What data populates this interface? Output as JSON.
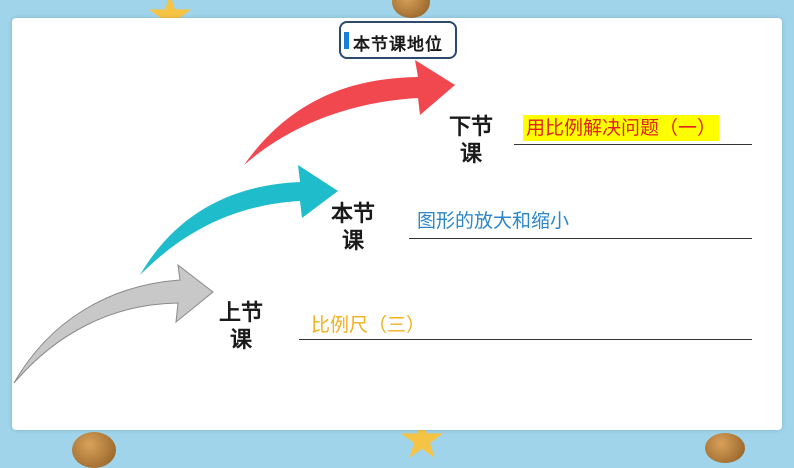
{
  "slide_title": "本节课地位",
  "levels": [
    {
      "id": "next",
      "label_line1": "下节",
      "label_line2": "课",
      "topic": "用比例解决问题（一）",
      "topic_color": "#e02020",
      "highlight": "#ffff00",
      "arrow_color": "#f0484e"
    },
    {
      "id": "current",
      "label_line1": "本节",
      "label_line2": "课",
      "topic": "图形的放大和缩小",
      "topic_color": "#2e86c8",
      "arrow_color": "#1fbccc"
    },
    {
      "id": "previous",
      "label_line1": "上节",
      "label_line2": "课",
      "topic": "比例尺（三）",
      "topic_color": "#f0b01c",
      "arrow_color": "#c8c8c8"
    }
  ]
}
